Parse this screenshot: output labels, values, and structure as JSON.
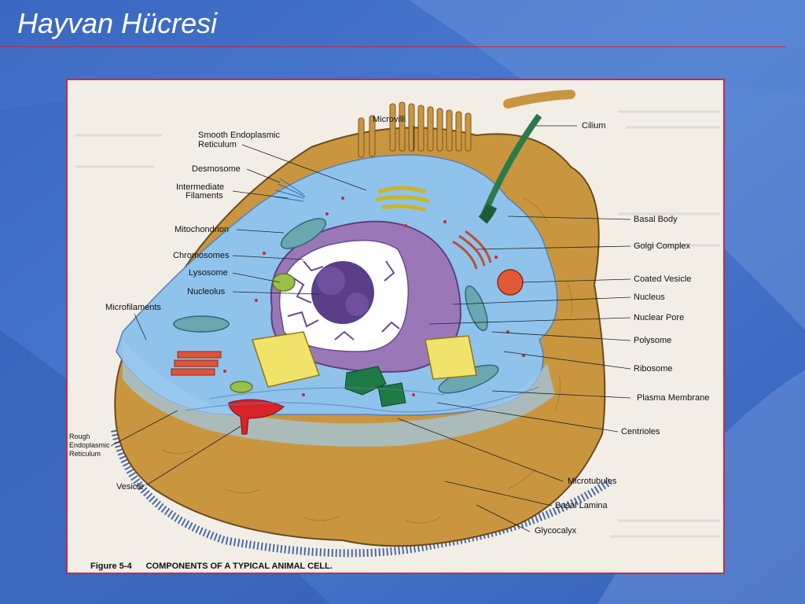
{
  "slide": {
    "title": "Hayvan Hücresi",
    "colors": {
      "background": "#3f6fc4",
      "rule": "#c0283a",
      "frame": "#d8233f"
    }
  },
  "figure": {
    "number": "Figure 5-4",
    "caption": "COMPONENTS OF A TYPICAL ANIMAL CELL.",
    "labels": {
      "microvilli": "Microvilli",
      "cilium": "Cilium",
      "smooth_er_line1": "Smooth Endoplasmic",
      "smooth_er_line2": "Reticulum",
      "desmosome": "Desmosome",
      "intermediate_line1": "Intermediate",
      "intermediate_line2": "Filaments",
      "basal_body": "Basal Body",
      "mitochondrion": "Mitochondrion",
      "golgi_complex": "Golgi Complex",
      "chromosomes": "Chromosomes",
      "lysosome": "Lysosome",
      "coated_vesicle": "Coated Vesicle",
      "nucleolus": "Nucleolus",
      "nucleus": "Nucleus",
      "microfilaments": "Microfilaments",
      "nuclear_pore": "Nuclear Pore",
      "polysome": "Polysome",
      "ribosome": "Ribosome",
      "plasma_membrane": "Plasma Membrane",
      "rough_er_line1": "Rough",
      "rough_er_line2": "Endoplasmic",
      "rough_er_line3": "Reticulum",
      "centrioles": "Centrioles",
      "vesicle": "Vesicle",
      "microtubules": "Microtubules",
      "basal_lamina": "Basal Lamina",
      "glycocalyx": "Glycocalyx"
    }
  }
}
